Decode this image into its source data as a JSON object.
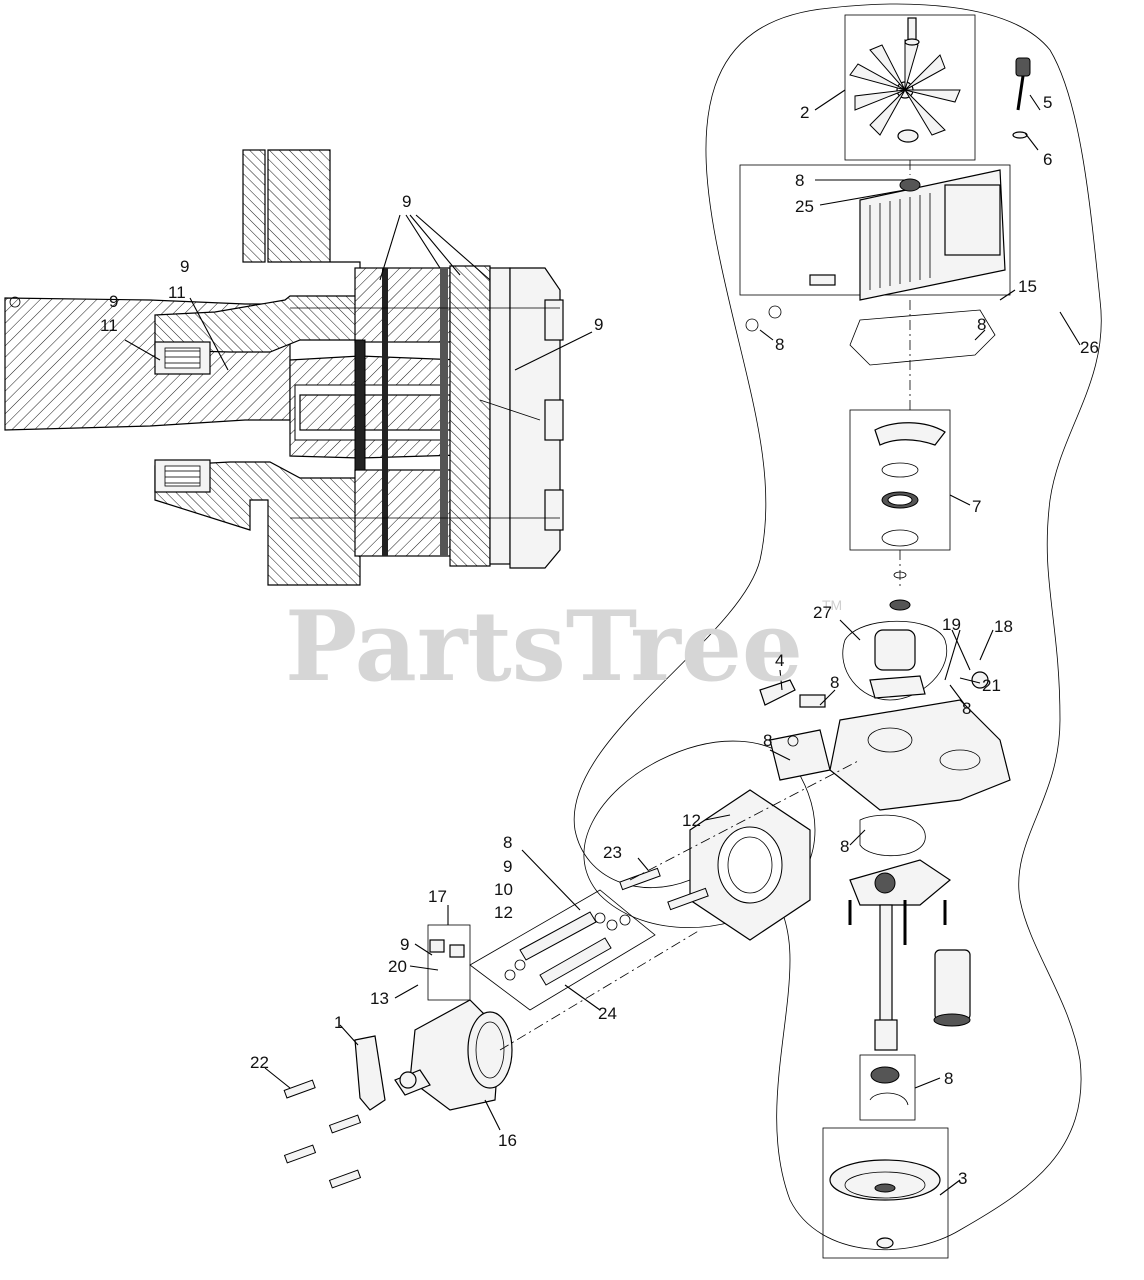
{
  "watermark": {
    "brand": "PartsTree",
    "trademark": "TM"
  },
  "callouts": [
    {
      "id": "c2",
      "text": "2"
    },
    {
      "id": "c5",
      "text": "5"
    },
    {
      "id": "c6",
      "text": "6"
    },
    {
      "id": "c8a",
      "text": "8"
    },
    {
      "id": "c25",
      "text": "25"
    },
    {
      "id": "c15",
      "text": "15"
    },
    {
      "id": "c8b",
      "text": "8"
    },
    {
      "id": "c8c",
      "text": "8"
    },
    {
      "id": "c26",
      "text": "26"
    },
    {
      "id": "c7",
      "text": "7"
    },
    {
      "id": "c27",
      "text": "27"
    },
    {
      "id": "c19",
      "text": "19"
    },
    {
      "id": "c18",
      "text": "18"
    },
    {
      "id": "c4",
      "text": "4"
    },
    {
      "id": "c8d",
      "text": "8"
    },
    {
      "id": "c21",
      "text": "21"
    },
    {
      "id": "c8e",
      "text": "8"
    },
    {
      "id": "c8f",
      "text": "8"
    },
    {
      "id": "c12a",
      "text": "12"
    },
    {
      "id": "c8g",
      "text": "8"
    },
    {
      "id": "c23",
      "text": "23"
    },
    {
      "id": "c8h",
      "text": "8"
    },
    {
      "id": "c9h",
      "text": "9"
    },
    {
      "id": "c10h",
      "text": "10"
    },
    {
      "id": "c12h",
      "text": "12"
    },
    {
      "id": "c17",
      "text": "17"
    },
    {
      "id": "c9i",
      "text": "9"
    },
    {
      "id": "c20",
      "text": "20"
    },
    {
      "id": "c13",
      "text": "13"
    },
    {
      "id": "c24",
      "text": "24"
    },
    {
      "id": "c1",
      "text": "1"
    },
    {
      "id": "c22",
      "text": "22"
    },
    {
      "id": "c16",
      "text": "16"
    },
    {
      "id": "c8i",
      "text": "8"
    },
    {
      "id": "c3",
      "text": "3"
    },
    {
      "id": "c9a",
      "text": "9"
    },
    {
      "id": "c9b",
      "text": "9"
    },
    {
      "id": "c11b",
      "text": "11"
    },
    {
      "id": "c9c",
      "text": "9"
    },
    {
      "id": "c11c",
      "text": "11"
    },
    {
      "id": "c9d",
      "text": "9"
    }
  ]
}
